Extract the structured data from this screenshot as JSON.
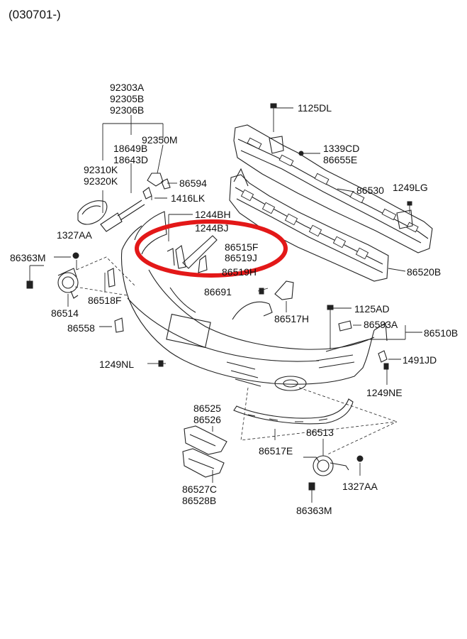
{
  "header": {
    "date_code": "(030701-)"
  },
  "highlight": {
    "color": "#e31818"
  },
  "labels": {
    "p92303A": "92303A",
    "p92305B": "92305B",
    "p92306B": "92306B",
    "p92350M": "92350M",
    "p18649B": "18649B",
    "p18643D": "18643D",
    "p92310K": "92310K",
    "p92320K": "92320K",
    "p86594": "86594",
    "p1416LK": "1416LK",
    "p1244BH": "1244BH",
    "p1244BJ": "1244BJ",
    "p86515F": "86515F",
    "p86519J": "86519J",
    "p86519H": "86519H",
    "p1327AA_top": "1327AA",
    "p86363M_top": "86363M",
    "p86514": "86514",
    "p86518F": "86518F",
    "p86558": "86558",
    "p1125DL": "1125DL",
    "p1339CD": "1339CD",
    "p86655E": "86655E",
    "p86530": "86530",
    "p1249LG": "1249LG",
    "p86520B": "86520B",
    "p86691": "86691",
    "p86517H": "86517H",
    "p1125AD": "1125AD",
    "p86593A": "86593A",
    "p86510B": "86510B",
    "p1491JD": "1491JD",
    "p1249NE": "1249NE",
    "p1249NL": "1249NL",
    "p86525": "86525",
    "p86526": "86526",
    "p86517E": "86517E",
    "p86513": "86513",
    "p1327AA_bot": "1327AA",
    "p86363M_bot": "86363M",
    "p86527C": "86527C",
    "p86528B": "86528B"
  }
}
